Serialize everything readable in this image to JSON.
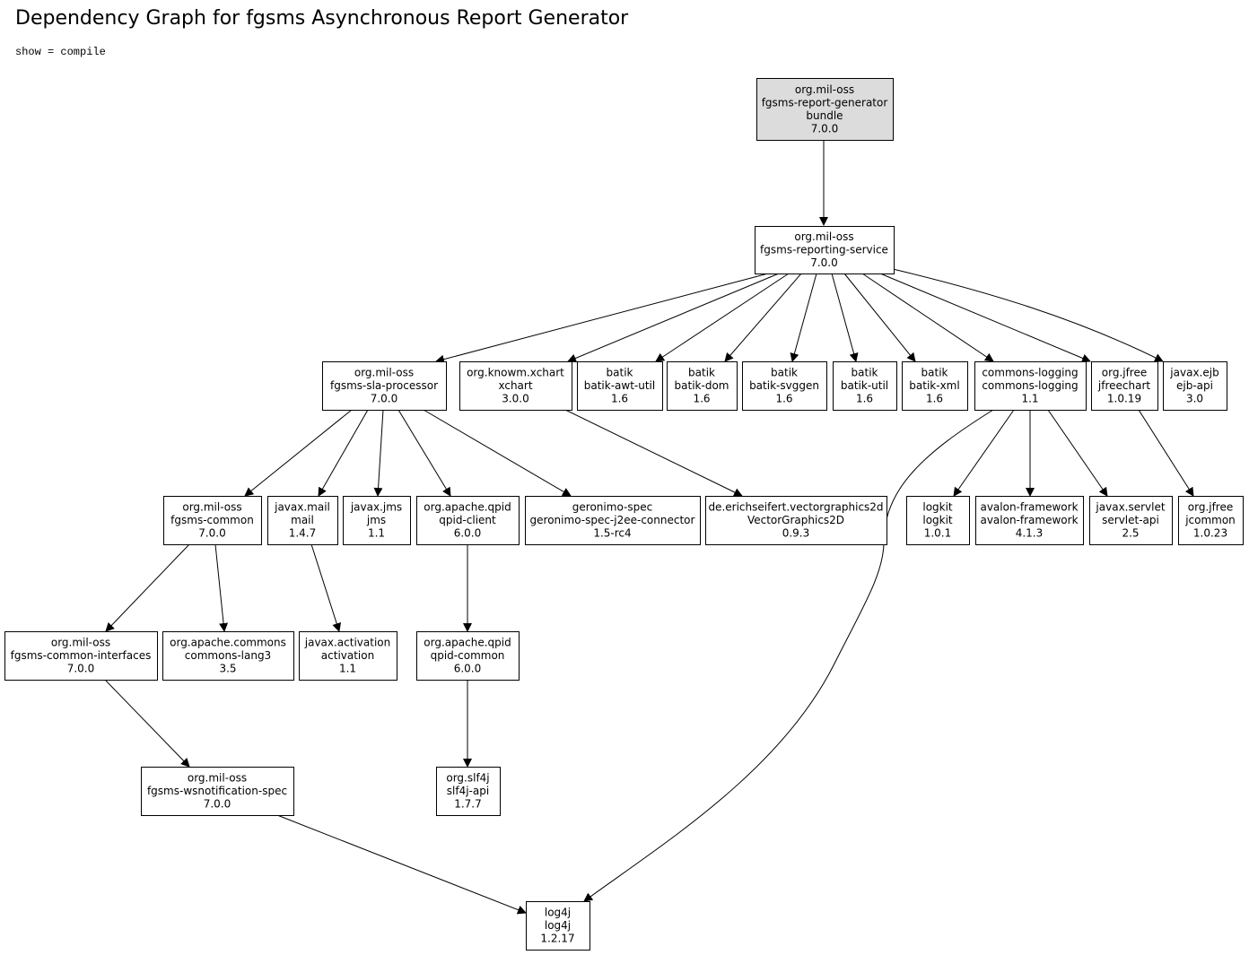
{
  "title": "Dependency Graph for fgsms Asynchronous Report Generator",
  "subtitle": "show = compile",
  "nodes": [
    {
      "id": "report-generator",
      "lines": [
        "org.mil-oss",
        "fgsms-report-generator",
        "bundle",
        "7.0.0"
      ],
      "root": true
    },
    {
      "id": "reporting-service",
      "lines": [
        "org.mil-oss",
        "fgsms-reporting-service",
        "7.0.0"
      ]
    },
    {
      "id": "sla-processor",
      "lines": [
        "org.mil-oss",
        "fgsms-sla-processor",
        "7.0.0"
      ]
    },
    {
      "id": "xchart",
      "lines": [
        "org.knowm.xchart",
        "xchart",
        "3.0.0"
      ]
    },
    {
      "id": "batik-awt-util",
      "lines": [
        "batik",
        "batik-awt-util",
        "1.6"
      ]
    },
    {
      "id": "batik-dom",
      "lines": [
        "batik",
        "batik-dom",
        "1.6"
      ]
    },
    {
      "id": "batik-svggen",
      "lines": [
        "batik",
        "batik-svggen",
        "1.6"
      ]
    },
    {
      "id": "batik-util",
      "lines": [
        "batik",
        "batik-util",
        "1.6"
      ]
    },
    {
      "id": "batik-xml",
      "lines": [
        "batik",
        "batik-xml",
        "1.6"
      ]
    },
    {
      "id": "commons-logging",
      "lines": [
        "commons-logging",
        "commons-logging",
        "1.1"
      ]
    },
    {
      "id": "jfreechart",
      "lines": [
        "org.jfree",
        "jfreechart",
        "1.0.19"
      ]
    },
    {
      "id": "ejb-api",
      "lines": [
        "javax.ejb",
        "ejb-api",
        "3.0"
      ]
    },
    {
      "id": "fgsms-common",
      "lines": [
        "org.mil-oss",
        "fgsms-common",
        "7.0.0"
      ]
    },
    {
      "id": "javax-mail",
      "lines": [
        "javax.mail",
        "mail",
        "1.4.7"
      ]
    },
    {
      "id": "javax-jms",
      "lines": [
        "javax.jms",
        "jms",
        "1.1"
      ]
    },
    {
      "id": "qpid-client",
      "lines": [
        "org.apache.qpid",
        "qpid-client",
        "6.0.0"
      ]
    },
    {
      "id": "geronimo",
      "lines": [
        "geronimo-spec",
        "geronimo-spec-j2ee-connector",
        "1.5-rc4"
      ]
    },
    {
      "id": "vectorgraphics",
      "lines": [
        "de.erichseifert.vectorgraphics2d",
        "VectorGraphics2D",
        "0.9.3"
      ]
    },
    {
      "id": "logkit",
      "lines": [
        "logkit",
        "logkit",
        "1.0.1"
      ]
    },
    {
      "id": "avalon",
      "lines": [
        "avalon-framework",
        "avalon-framework",
        "4.1.3"
      ]
    },
    {
      "id": "servlet-api",
      "lines": [
        "javax.servlet",
        "servlet-api",
        "2.5"
      ]
    },
    {
      "id": "jcommon",
      "lines": [
        "org.jfree",
        "jcommon",
        "1.0.23"
      ]
    },
    {
      "id": "common-interfaces",
      "lines": [
        "org.mil-oss",
        "fgsms-common-interfaces",
        "7.0.0"
      ]
    },
    {
      "id": "commons-lang3",
      "lines": [
        "org.apache.commons",
        "commons-lang3",
        "3.5"
      ]
    },
    {
      "id": "activation",
      "lines": [
        "javax.activation",
        "activation",
        "1.1"
      ]
    },
    {
      "id": "qpid-common",
      "lines": [
        "org.apache.qpid",
        "qpid-common",
        "6.0.0"
      ]
    },
    {
      "id": "wsnotification",
      "lines": [
        "org.mil-oss",
        "fgsms-wsnotification-spec",
        "7.0.0"
      ]
    },
    {
      "id": "slf4j",
      "lines": [
        "org.slf4j",
        "slf4j-api",
        "1.7.7"
      ]
    },
    {
      "id": "log4j",
      "lines": [
        "log4j",
        "log4j",
        "1.2.17"
      ]
    }
  ],
  "edges": [
    [
      "report-generator",
      "reporting-service"
    ],
    [
      "reporting-service",
      "sla-processor"
    ],
    [
      "reporting-service",
      "xchart"
    ],
    [
      "reporting-service",
      "batik-awt-util"
    ],
    [
      "reporting-service",
      "batik-dom"
    ],
    [
      "reporting-service",
      "batik-svggen"
    ],
    [
      "reporting-service",
      "batik-util"
    ],
    [
      "reporting-service",
      "batik-xml"
    ],
    [
      "reporting-service",
      "commons-logging"
    ],
    [
      "reporting-service",
      "jfreechart"
    ],
    [
      "reporting-service",
      "ejb-api"
    ],
    [
      "sla-processor",
      "fgsms-common"
    ],
    [
      "sla-processor",
      "javax-mail"
    ],
    [
      "sla-processor",
      "javax-jms"
    ],
    [
      "sla-processor",
      "qpid-client"
    ],
    [
      "sla-processor",
      "geronimo"
    ],
    [
      "xchart",
      "vectorgraphics"
    ],
    [
      "commons-logging",
      "log4j"
    ],
    [
      "commons-logging",
      "logkit"
    ],
    [
      "commons-logging",
      "avalon"
    ],
    [
      "commons-logging",
      "servlet-api"
    ],
    [
      "jfreechart",
      "jcommon"
    ],
    [
      "fgsms-common",
      "common-interfaces"
    ],
    [
      "fgsms-common",
      "commons-lang3"
    ],
    [
      "javax-mail",
      "activation"
    ],
    [
      "qpid-client",
      "qpid-common"
    ],
    [
      "common-interfaces",
      "wsnotification"
    ],
    [
      "qpid-common",
      "slf4j"
    ],
    [
      "wsnotification",
      "log4j"
    ]
  ]
}
